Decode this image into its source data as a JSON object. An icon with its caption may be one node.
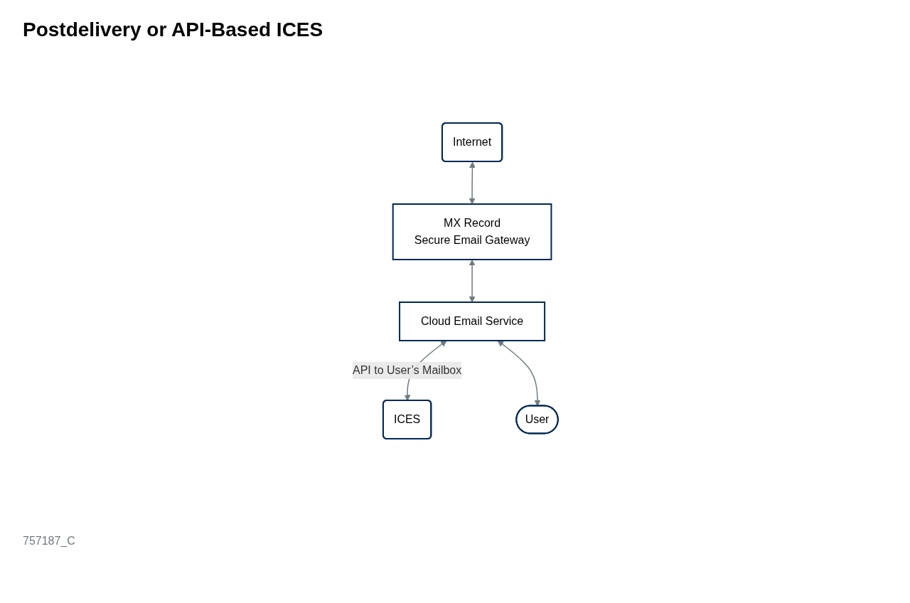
{
  "diagram": {
    "title": "Postdelivery or API-Based ICES",
    "nodes": [
      {
        "text": [
          "Internet"
        ]
      },
      {
        "text": [
          "MX Record",
          "Secure Email Gateway"
        ]
      },
      {
        "text": [
          "Cloud Email Service"
        ]
      },
      {
        "text": [
          "ICES"
        ]
      },
      {
        "text": [
          "User"
        ]
      }
    ],
    "edges": [
      {
        "from": 0,
        "to": 1,
        "arrow": "both"
      },
      {
        "from": 1,
        "to": 2,
        "arrow": "both"
      },
      {
        "from": 2,
        "to": 3,
        "arrow": "both",
        "label": "API to User’s Mailbox"
      },
      {
        "from": 2,
        "to": 4,
        "arrow": "both"
      }
    ],
    "labels": [
      "757187_C"
    ]
  }
}
